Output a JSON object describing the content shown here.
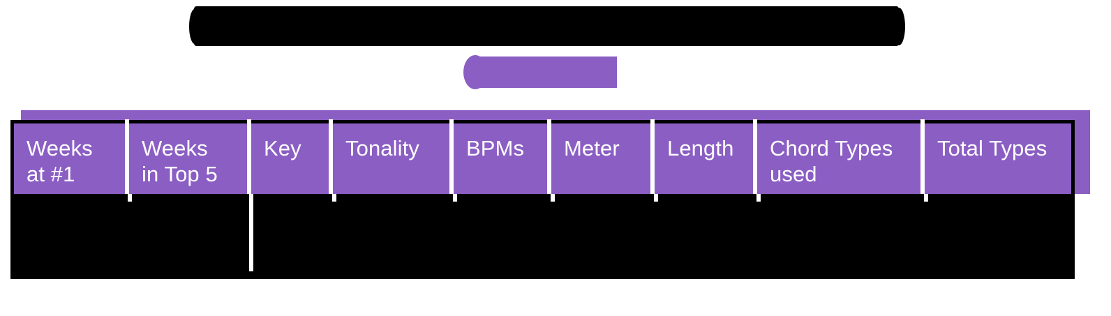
{
  "page": {
    "background": "#ffffff",
    "accent_purple": "#8B5EC4",
    "redaction_black": "#000000",
    "divider_white": "#ffffff"
  },
  "title": {
    "redacted": true,
    "label": ""
  },
  "subtitle": {
    "redacted": true,
    "label": ""
  },
  "table": {
    "columns": [
      {
        "label": "Weeks\nat #1"
      },
      {
        "label": "Weeks\nin Top 5"
      },
      {
        "label": "Key"
      },
      {
        "label": "Tonality"
      },
      {
        "label": "BPMs"
      },
      {
        "label": "Meter"
      },
      {
        "label": "Length"
      },
      {
        "label": "Chord Types\nused"
      },
      {
        "label": "Total Types"
      }
    ],
    "rows": [],
    "body_redacted": true
  }
}
